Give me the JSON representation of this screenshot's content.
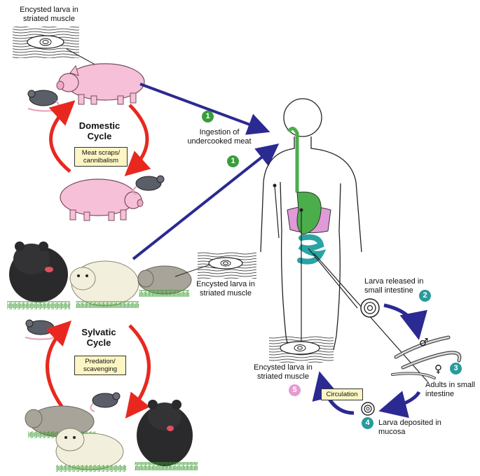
{
  "colors": {
    "arrow_blue": "#2b2a92",
    "cycle_red": "#e8281f",
    "badge_green": "#3a9d3a",
    "badge_teal": "#2a9a9a",
    "badge_pink": "#e79ad0",
    "label_box": "#fdf6c4",
    "stomach_green": "#4bae4b",
    "intestine_teal": "#2aa3a3",
    "liver_pink": "#e09ad8",
    "pig_pink": "#f6c1d8"
  },
  "labels": {
    "encysted_top": "Encysted larva in striated muscle",
    "domestic_title": "Domestic Cycle",
    "domestic_box": "Meat scraps/ cannibalism",
    "ingestion": "Ingestion of undercooked meat",
    "encysted_mid": "Encysted larva in striated muscle",
    "sylvatic_title": "Sylvatic Cycle",
    "sylvatic_box": "Predation/ scavenging",
    "larva_released": "Larva released in small intestine",
    "adults": "Adults in small intestine",
    "larva_deposited": "Larva deposited in mucosa",
    "circulation": "Circulation",
    "encysted_human": "Encysted larva in striated muscle",
    "male_symbol": "♂",
    "female_symbol": "♀"
  },
  "badges": {
    "b1a": "1",
    "b1b": "1",
    "b2": "2",
    "b3": "3",
    "b4": "4",
    "b5": "5"
  },
  "icons": [
    "pig-icon",
    "rat-icon",
    "black-bear-icon",
    "polar-bear-icon",
    "walrus-icon",
    "human-figure",
    "muscle-tissue-icon",
    "coiled-larva-icon",
    "adult-worms-icon"
  ]
}
